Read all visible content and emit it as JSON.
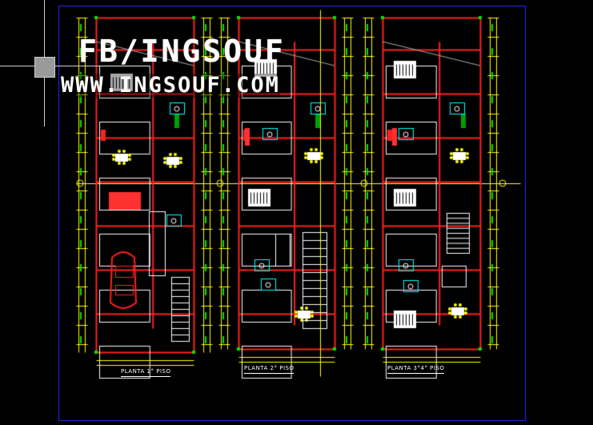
{
  "watermark": {
    "line1": "FB/INGSOUF",
    "line2": "WWW.INGSOUF.COM"
  },
  "plans": [
    {
      "title": "PLANTA 1° PISO"
    },
    {
      "title": "PLANTA 2° PISO"
    },
    {
      "title": "PLANTA 3°4° PISO"
    }
  ],
  "colors": {
    "background": "#000000",
    "frame": "#2b2bff",
    "walls": "#ff2020",
    "furniture": "#ffffff",
    "dimensions": "#ffff00",
    "text_green": "#00e000",
    "axis": "#ffff40",
    "cyan": "#00ffff"
  }
}
